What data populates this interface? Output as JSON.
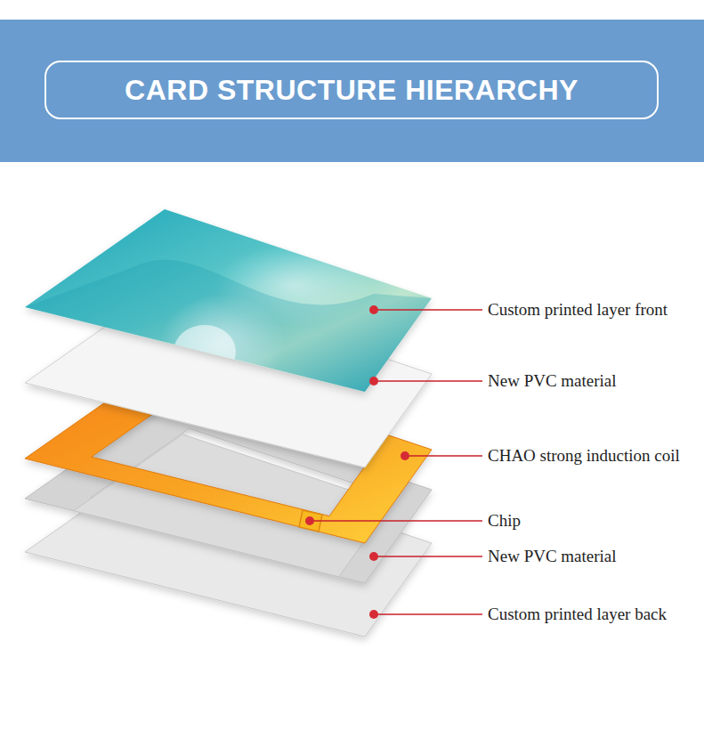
{
  "diagram": {
    "title": "CARD STRUCTURE HIERARCHY",
    "labels": [
      "Custom printed layer front",
      "New PVC material",
      "CHAO strong induction coil",
      "Chip",
      "New PVC material",
      "Custom printed layer back"
    ]
  }
}
